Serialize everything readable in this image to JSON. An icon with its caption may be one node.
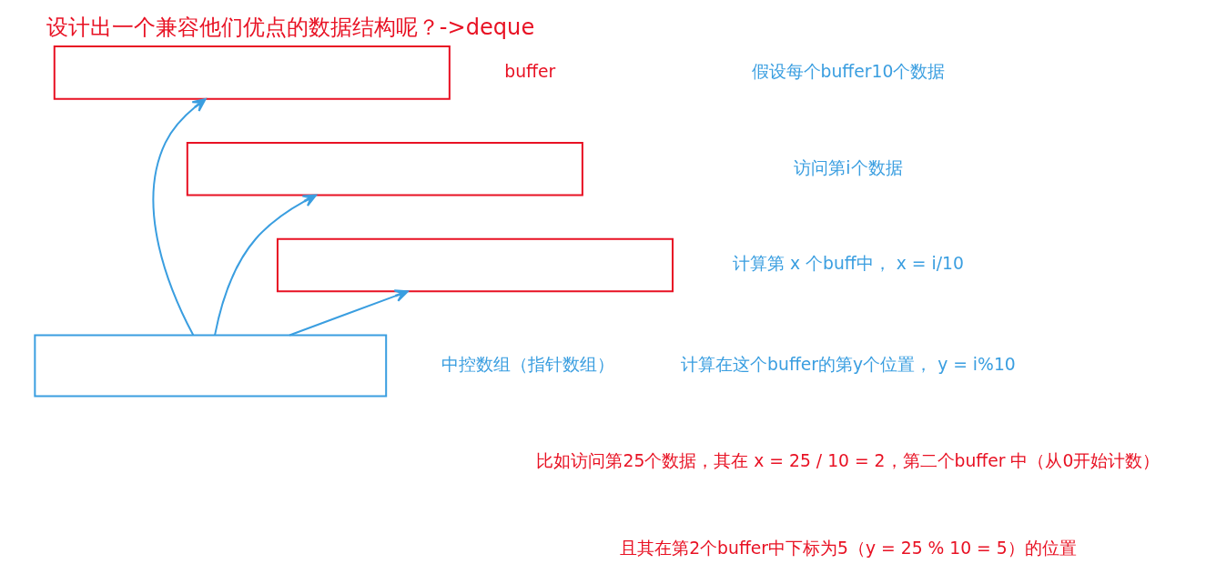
{
  "diagram": {
    "title": "设计出一个兼容他们优点的数据结构呢？->deque",
    "nodes": [
      {
        "text": [],
        "shape": "box",
        "beside": [
          "buffer"
        ]
      },
      {
        "text": [],
        "shape": "box"
      },
      {
        "text": [],
        "shape": "box"
      },
      {
        "text": [],
        "shape": "box",
        "beside": [
          "中控数组（指针数组）"
        ]
      }
    ],
    "edges": [
      {
        "from": 3,
        "to": 0,
        "arrow": "to"
      },
      {
        "from": 3,
        "to": 1,
        "arrow": "to"
      },
      {
        "from": 3,
        "to": 2,
        "arrow": "to"
      }
    ],
    "labels": [
      "假设每个buffer10个数据",
      "访问第i个数据",
      "计算第 x 个buff中， x = i/10",
      "计算在这个buffer的第y个位置， y = i%10",
      "比如访问第25个数据，其在 x = 25 / 10 = 2，第二个buffer 中（从0开始计数）",
      "且其在第2个buffer中下标为5（y = 25 % 10 = 5）的位置"
    ]
  }
}
